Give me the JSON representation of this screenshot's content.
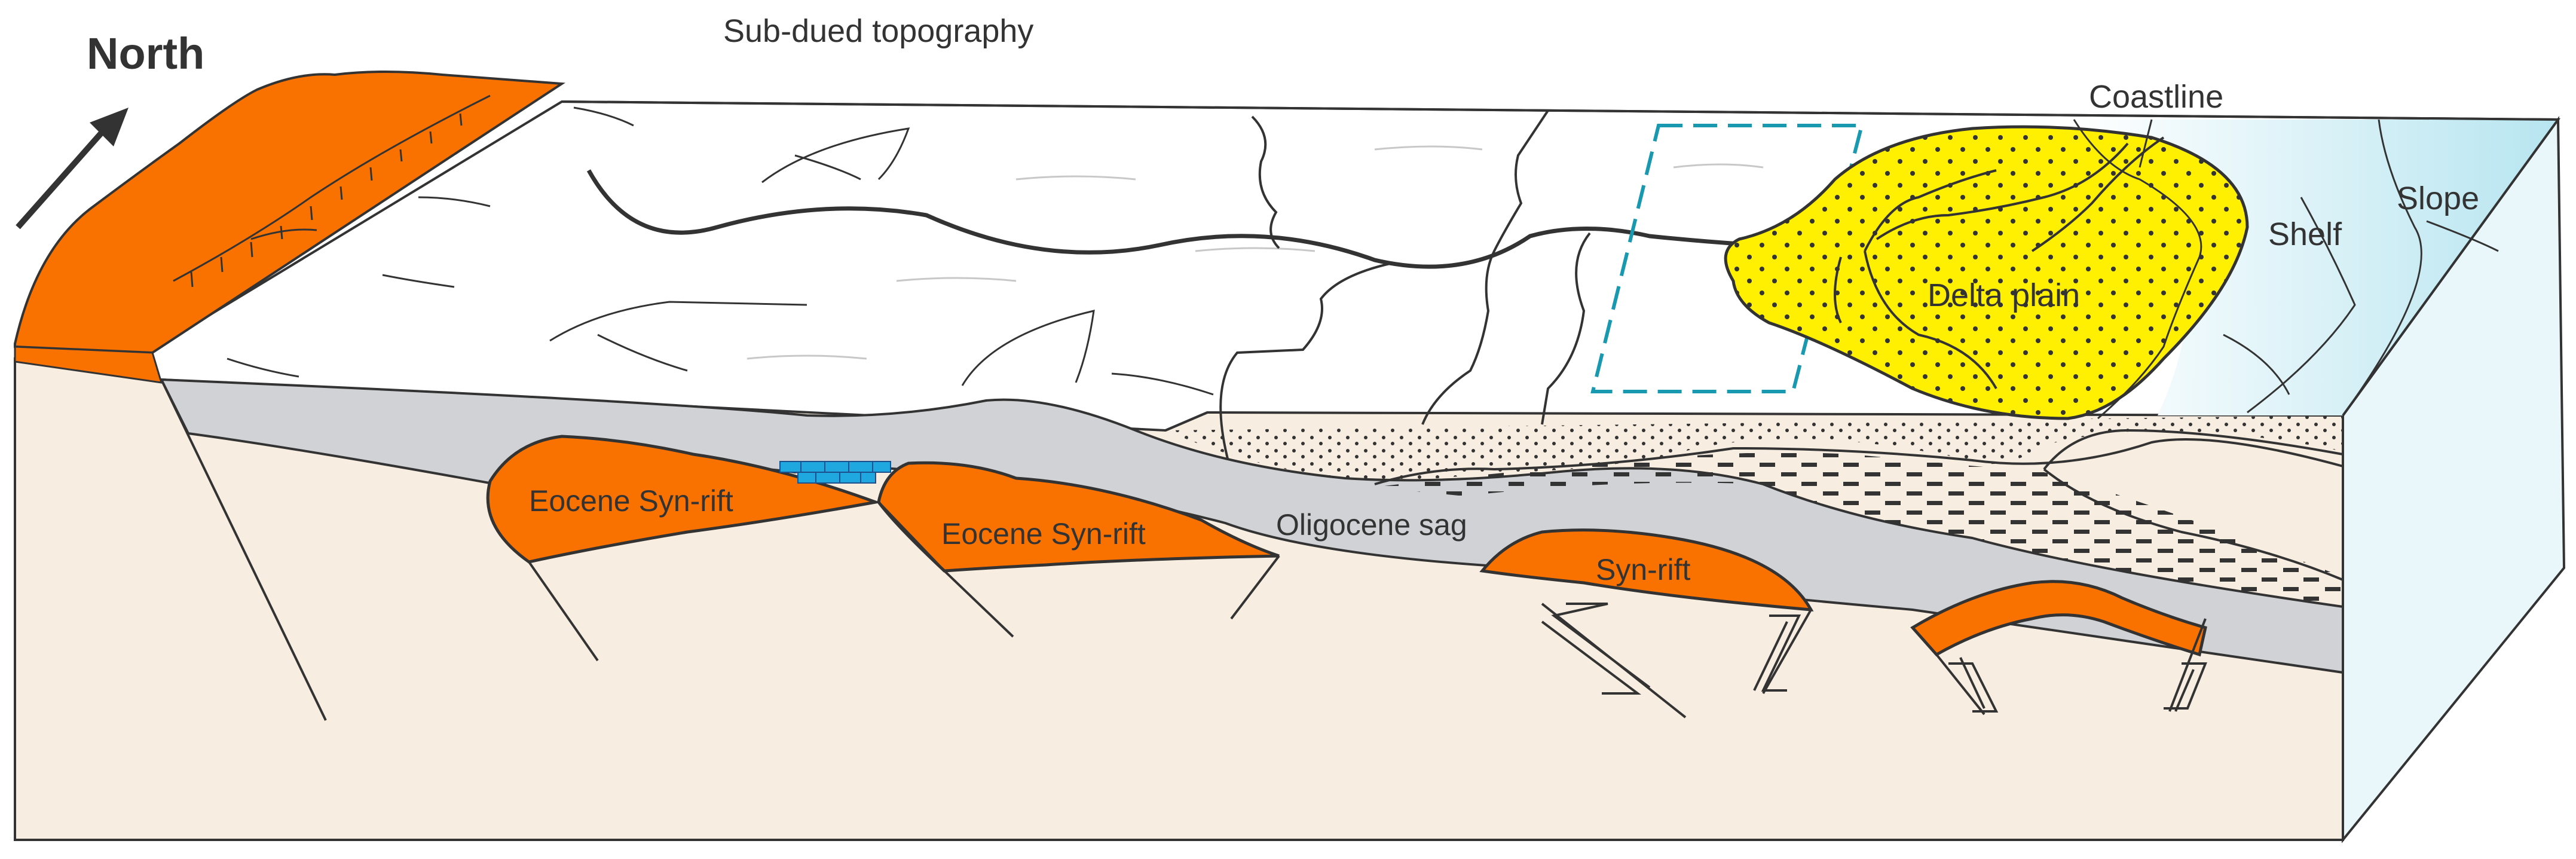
{
  "labels": {
    "north": "North",
    "subdued": "Sub-dued topography",
    "coastline": "Coastline",
    "slope": "Slope",
    "shelf": "Shelf",
    "delta_plain": "Delta plain",
    "eocene_synrift_1": "Eocene Syn-rift",
    "eocene_synrift_2": "Eocene Syn-rift",
    "oligocene_sag": "Oligocene sag",
    "synrift": "Syn-rift"
  },
  "colors": {
    "synrift_orange": "#f97200",
    "sag_grey": "#d0d2d5",
    "basement_beige": "#f7ede0",
    "delta_yellow": "#ffef00",
    "sea_blue": "#bfe8f2",
    "carbonate_blue": "#1fa8e0",
    "outline": "#333333",
    "box_dashed": "#1899b0"
  }
}
